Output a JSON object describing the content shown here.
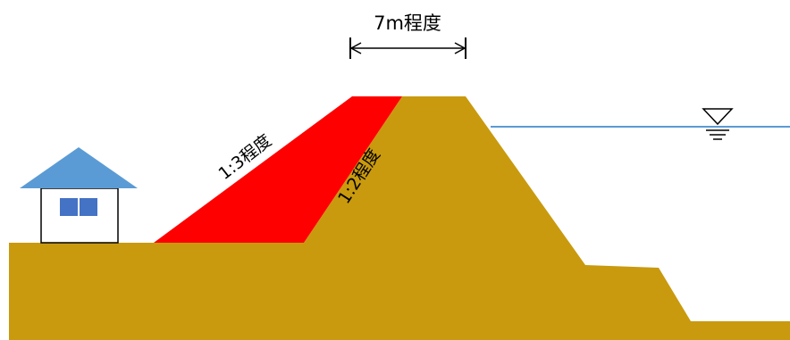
{
  "width_label": "7m程度",
  "outer_slope_label": "1:3程度",
  "inner_slope_label": "1:2程度",
  "colors": {
    "embankment": "#C99A0E",
    "widening": "#FF0000",
    "house_roof": "#5B9BD5",
    "window": "#4472C4",
    "water_line": "#5B9BD5"
  },
  "icons": [
    "house-icon",
    "water-level-icon"
  ]
}
